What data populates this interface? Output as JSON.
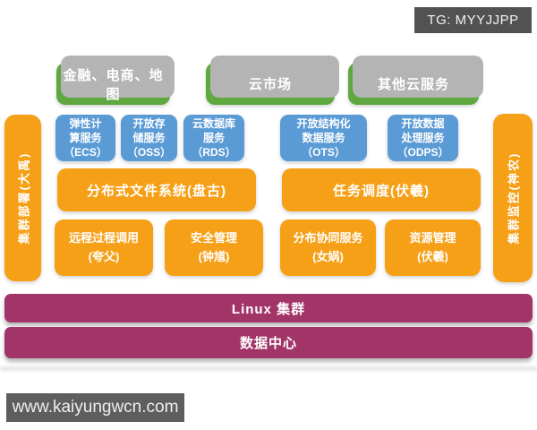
{
  "header": {
    "tg_watermark": "TG: MYYJJPP"
  },
  "footer": {
    "site_watermark": "www.kaiyungwcn.com"
  },
  "colors": {
    "green": "#5FA83F",
    "blue": "#5B9BD5",
    "orange": "#F6A018",
    "purple": "#A23568",
    "watermark_dark_gray": "#525252",
    "footer_gray": "#5E5E5E",
    "green_box_shadow_gray": "#B4B4B4",
    "text_white": "#FFFFFF",
    "background": "#FFFFFF"
  },
  "diagram": {
    "app_row": [
      "金融、电商、地图",
      "云市场",
      "其他云服务"
    ],
    "service_row": [
      "弹性计\n算服务\n（ECS）",
      "开放存\n储服务\n（OSS）",
      "云数据库\n服务\n（RDS）",
      "开放结构化\n数据服务\n（OTS）",
      "开放数据\n处理服务\n（ODPS）"
    ],
    "platform_row": [
      "分布式文件系统(盘古)",
      "任务调度(伏羲)"
    ],
    "core_row": [
      "远程过程调用\n(夸父)",
      "安全管理\n(钟馗)",
      "分布协同服务\n(女娲)",
      "资源管理\n(伏羲)"
    ],
    "side_left": "集群部署(大禹)",
    "side_right": "集群监控(神农)",
    "infra_rows": [
      "Linux 集群",
      "数据中心"
    ]
  }
}
